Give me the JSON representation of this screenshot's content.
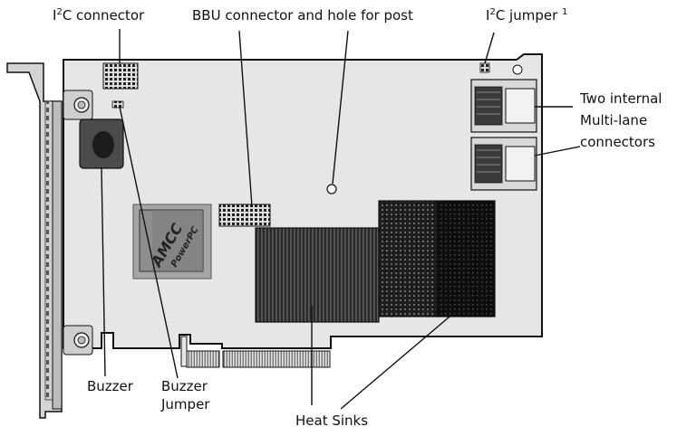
{
  "labels": {
    "i2c_connector": {
      "prefix": "I",
      "sup": "2",
      "suffix": "C connector"
    },
    "bbu_connector": "BBU connector and hole for post",
    "i2c_jumper": {
      "prefix": "I",
      "sup": "2",
      "suffix": "C jumper ",
      "note": "1"
    },
    "internal_connectors": [
      "Two internal",
      "Multi-lane",
      "connectors"
    ],
    "buzzer": "Buzzer",
    "buzzer_jumper": [
      "Buzzer",
      "Jumper"
    ],
    "heat_sinks": "Heat Sinks"
  },
  "chip": {
    "brand": "AMCC",
    "model": "PowerPC"
  },
  "colors": {
    "board": "#e6e6e6",
    "outline": "#111111",
    "heatsink": "#1a1a1a",
    "bracket": "#c8c8c8",
    "chip": "#8a8a8a"
  }
}
